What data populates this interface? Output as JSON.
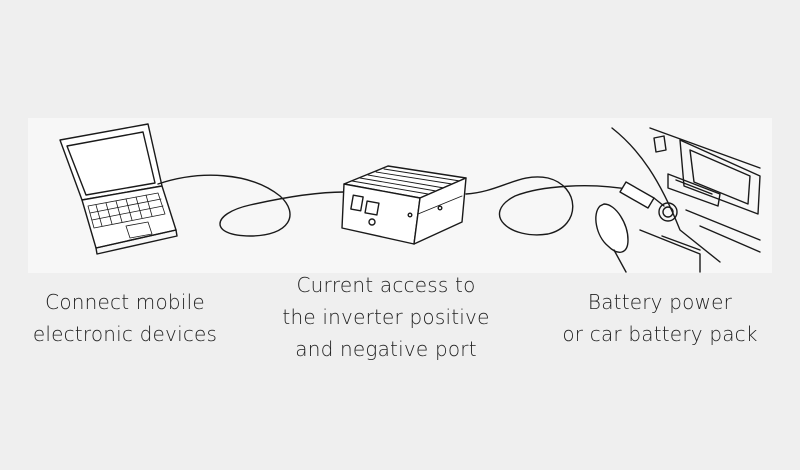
{
  "captions": {
    "left": [
      "Connect mobile",
      "electronic devices"
    ],
    "middle": [
      "Current access to",
      "the inverter positive",
      "and negative port"
    ],
    "right": [
      "Battery power",
      "or car battery pack"
    ]
  },
  "icons": {
    "laptop": "laptop-icon",
    "inverter": "power-inverter-icon",
    "car": "car-dashboard-socket-icon"
  },
  "colors": {
    "background": "#efefef",
    "band": "#f7f7f7",
    "line": "#1a1a1a",
    "text": "#222222"
  }
}
